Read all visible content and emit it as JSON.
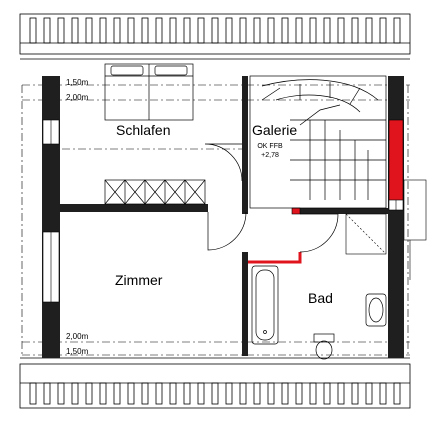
{
  "rooms": {
    "schlafen": "Schlafen",
    "galerie": "Galerie",
    "zimmer": "Zimmer",
    "bad": "Bad"
  },
  "level_mark": {
    "line1": "OK FFB",
    "line2": "+2,78"
  },
  "dimensions": {
    "top_outer": "1,50m",
    "top_inner": "2,00m",
    "bottom_inner": "2,00m",
    "bottom_outer": "1,50m"
  },
  "colors": {
    "wall": "#1f1f1f",
    "chimney": "#e0141c",
    "line": "#000000"
  }
}
